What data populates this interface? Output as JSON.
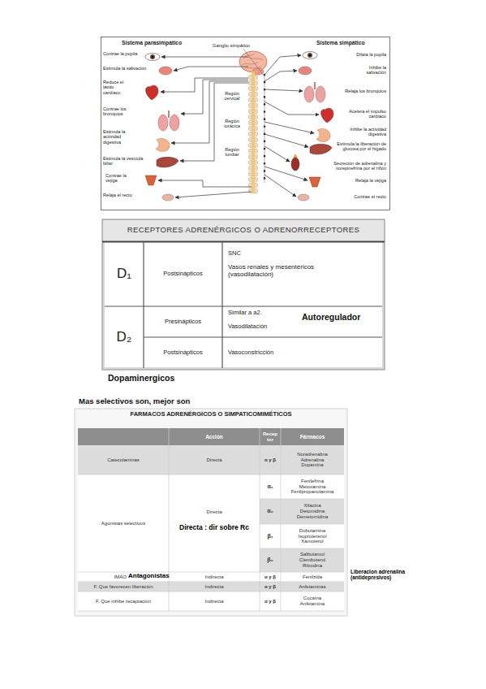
{
  "diagram": {
    "labels": [
      "Sistema parasimpático",
      "Ganglio simpático",
      "Sistema simpático",
      "Contrae la pupila",
      "Estimula la salivación",
      "Reduce el latido cardíaco",
      "Contrae los bronquios",
      "Estimula la actividad digestiva",
      "Estimula la vesícula biliar",
      "Contrae la vejiga",
      "Relaja el recto",
      "Región cervical",
      "Región torácica",
      "Región lumbar",
      "Dilata la pupila",
      "Inhibe la salivación",
      "Relaja los bronquios",
      "Acelera el impulso cardíaco",
      "Inhibe la actividad digestiva",
      "Estimula la liberación de glucosa por el hígado",
      "Secreción de adrenalina y norepinefrina por el riñón",
      "Relaja la vejiga",
      "Contrae el recto",
      "RECEPTORES ADRENÉRGICOS O ADRENORRECEPTORES",
      "D₁",
      "Postsinápticos",
      "SNC",
      "Vasos renales y mesentéricos (vasodilatación)",
      "D₂",
      "Presinápticos",
      "Similar a a2.",
      "Autoregulador",
      "Vasodilatación",
      "Postsinápticos",
      "Vasoconstricción",
      "Dopaminergicos",
      "Mas selectivos son, mejor son",
      "FARMACOS ADRENÉRGICOS O SIMPATICOMIMÉTICOS",
      "Acción",
      "Recep tor",
      "Fármacos",
      "Catecolaminas",
      "Directa",
      "α y β",
      "Noradrenalina Adrenalina Dopamina",
      "Agonistas selectivos",
      "Directa",
      "Directa : dir sobre Rc",
      "α₁",
      "Fenilefrina Metoxamina Fenilpropanolamina",
      "α₂",
      "Xilacina Detomidina Demetomidina",
      "β₁",
      "Dobutamina Isoproterenol Xamoterol",
      "β₂",
      "Salbutamol Clembuterol Ritrodina",
      "IMAO",
      "Antagonistas",
      "Indirecta",
      "α y β",
      "Fenilzida",
      "Liberacion adrenalina (antidepresivos)",
      "F. Que favorecen liberación",
      "Indirecta",
      "α y β",
      "Anfetaminas",
      "F. Que inhibe recaptación",
      "Indirecta",
      "α y β",
      "Cocaína Anfetamina"
    ]
  }
}
